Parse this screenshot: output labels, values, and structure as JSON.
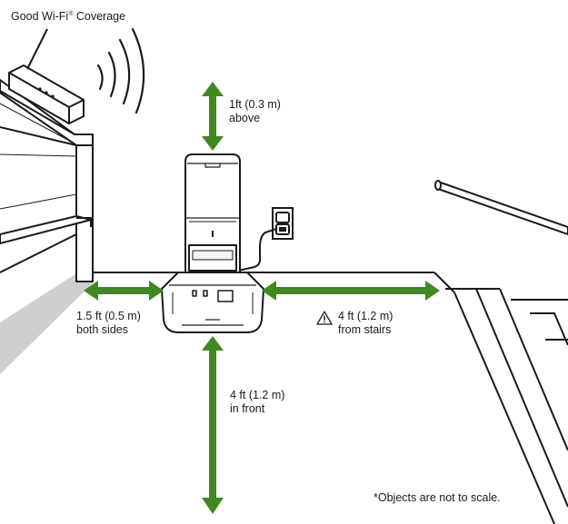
{
  "wifi_coverage_label": {
    "text": "Good Wi-Fi",
    "mark": "®",
    "suffix": " Coverage"
  },
  "clearances": {
    "above": {
      "line1": "1ft (0.3 m)",
      "line2": "above"
    },
    "sides": {
      "line1": "1.5 ft (0.5 m)",
      "line2": "both sides"
    },
    "stairs": {
      "line1": "4 ft (1.2 m)",
      "line2": "from stairs",
      "icon": "warning-triangle-icon"
    },
    "front": {
      "line1": "4 ft (1.2 m)",
      "line2": "in front"
    }
  },
  "footnote": "*Objects are not to scale.",
  "colors": {
    "arrow_green": "#3e8a1e",
    "line": "#1a1a1a",
    "wall_shade": "#cfcfcf",
    "bin_rim": "#f3f3f3",
    "background": "#ffffff"
  },
  "icons": [
    "router-icon",
    "wifi-signal-icon",
    "power-outlet-icon",
    "dock-icon",
    "warning-triangle-icon",
    "handrail-icon",
    "stairs-icon",
    "shelf-icon"
  ]
}
